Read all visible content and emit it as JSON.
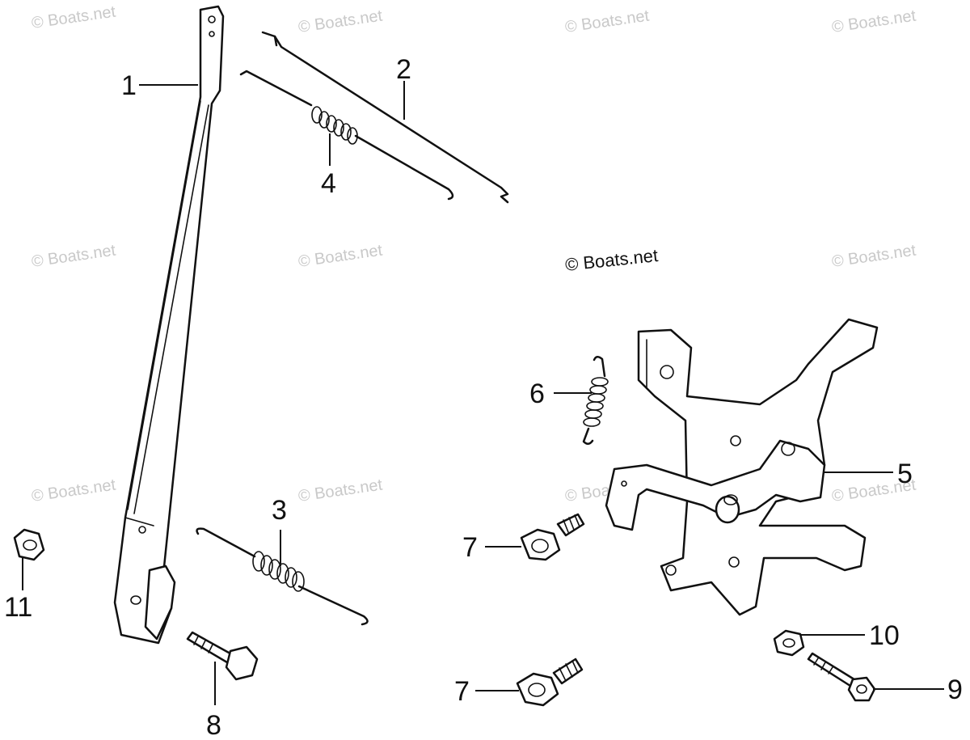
{
  "watermark": {
    "text": "© Boats.net",
    "copyright_text": "© Boats.net"
  },
  "callouts": {
    "c1": "1",
    "c2": "2",
    "c3": "3",
    "c4": "4",
    "c5": "5",
    "c6": "6",
    "c7a": "7",
    "c7b": "7",
    "c8": "8",
    "c9": "9",
    "c10": "10",
    "c11": "11"
  }
}
